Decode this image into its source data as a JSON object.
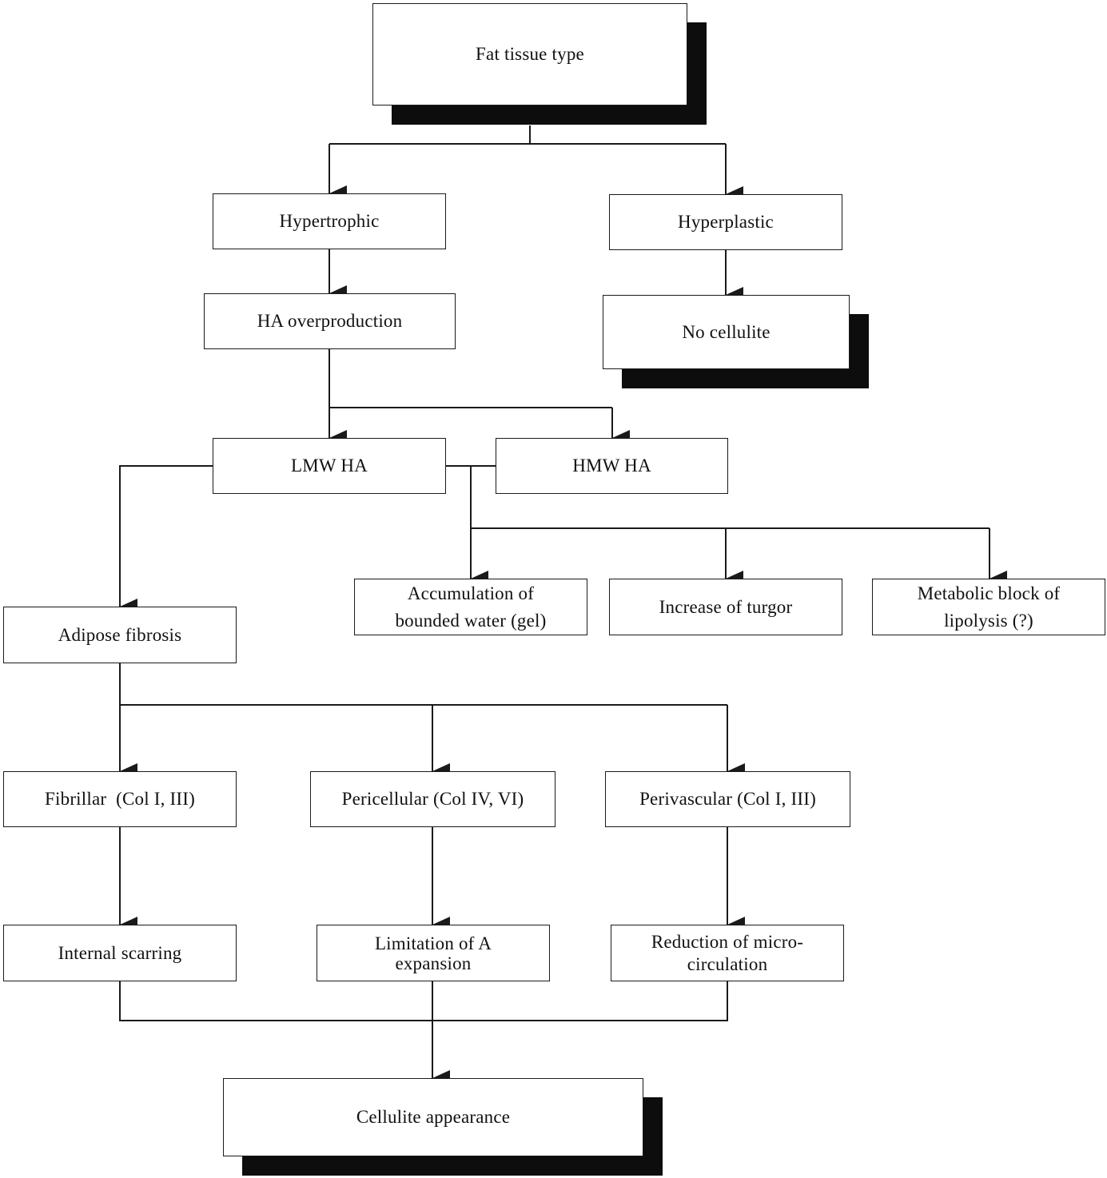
{
  "colors": {
    "line": "#1a1a1a",
    "shadow": "#0d0d0d",
    "box": "#ffffff"
  },
  "nodes": {
    "fat_tissue_type": "Fat tissue type",
    "hypertrophic": "Hypertrophic",
    "hyperplastic": "Hyperplastic",
    "ha_overproduction": "HA overproduction",
    "no_cellulite": "No cellulite",
    "lmw_ha": "LMW HA",
    "hmw_ha": "HMW HA",
    "accumulation": "Accumulation of\nbounded water (gel)",
    "turgor": "Increase of turgor",
    "metabolic_block": "Metabolic block of\nlipolysis (?)",
    "adipose_fibrosis": "Adipose fibrosis",
    "fibrillar": "Fibrillar  (Col I, III)",
    "pericellular": "Pericellular (Col IV, VI)",
    "perivascular": "Perivascular (Col I, III)",
    "internal_scarring": "Internal scarring",
    "limitation": "Limitation of A\nexpansion",
    "reduction": "Reduction of micro-\ncirculation",
    "cellulite_appearance": "Cellulite appearance"
  }
}
